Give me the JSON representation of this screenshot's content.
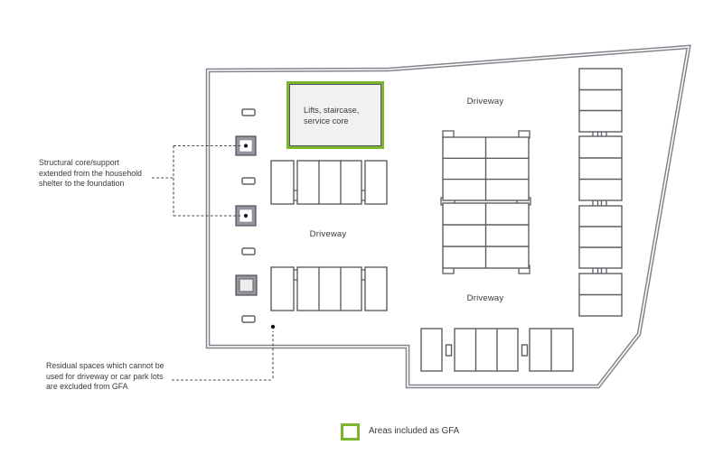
{
  "plan": {
    "lifts_area": {
      "line1": "Lifts, staircase,",
      "line2": "service core"
    },
    "driveway_label": "Driveway",
    "annotations": {
      "structural": {
        "line1": "Structural core/support",
        "line2": "extended from the household",
        "line3": "shelter to the foundation"
      },
      "residual": {
        "line1": "Residual spaces which cannot be",
        "line2": "used for driveway or car park lots",
        "line3": "are excluded from GFA"
      }
    },
    "legend": {
      "gfa_label": "Areas included as GFA"
    },
    "colors": {
      "gfa_green": "#7cb52e",
      "wall_gray": "#84848e",
      "lot_line": "#5c5c64",
      "text": "#3a3a3a"
    }
  }
}
